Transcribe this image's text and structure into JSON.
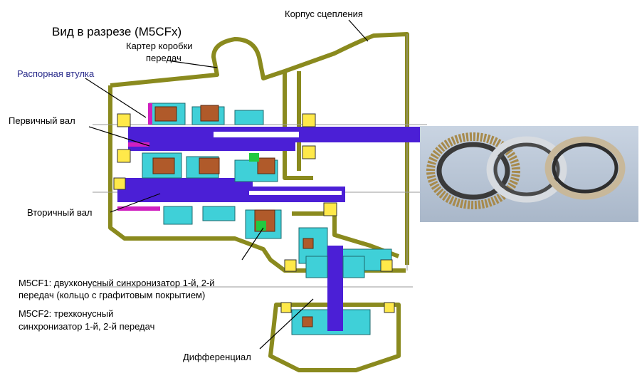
{
  "labels": {
    "title": "Вид в разрезе (M5CFx)",
    "clutch_housing": "Корпус сцепления",
    "gearbox_case_line1": "Картер коробки",
    "gearbox_case_line2": "передач",
    "spacer": "Распорная втулка",
    "input_shaft": "Первичный вал",
    "output_shaft": "Вторичный вал",
    "m5cf1_line1": "M5CF1: двухконусный синхронизатор 1-й, 2-й",
    "m5cf1_line2": "передач (кольцо с графитовым покрытием)",
    "m5cf2_line1": "M5CF2: трехконусный",
    "m5cf2_line2": "синхронизатор 1-й, 2-й передач",
    "differential": "Дифференциал"
  },
  "colors": {
    "housing": "#8a8a1e",
    "shaft": "#4b1fd6",
    "gear": "#3fd0d8",
    "synchro": "#b05a2a",
    "bearing": "#ffe94a",
    "green_part": "#22c940",
    "magenta_part": "#d020c0",
    "spacer_label": "#2b2d8c",
    "photo_bg": "#b9c7d8"
  }
}
